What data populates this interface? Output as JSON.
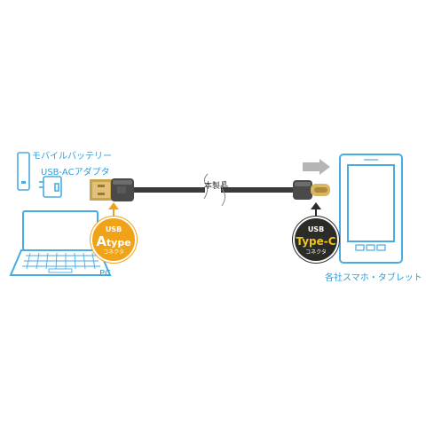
{
  "labels": {
    "mobile_battery": "モバイルバッテリー",
    "usb_ac_adapter": "USB-ACアダプタ",
    "pc": "PC",
    "product": "本製品",
    "smartphone_tablet": "各社スマホ・タブレット"
  },
  "badge_a": {
    "top": "USB",
    "letter": "A",
    "type": "type",
    "bottom": "コネクタ"
  },
  "badge_c": {
    "top": "USB",
    "main": "Type-C",
    "bottom": "コネクタ"
  },
  "colors": {
    "device_outline": "#4aabe0",
    "cable": "#3a3a3a",
    "connector_a": "#f0a318",
    "connector_c": "#2b2b28",
    "type_c_text": "#f0c419"
  }
}
